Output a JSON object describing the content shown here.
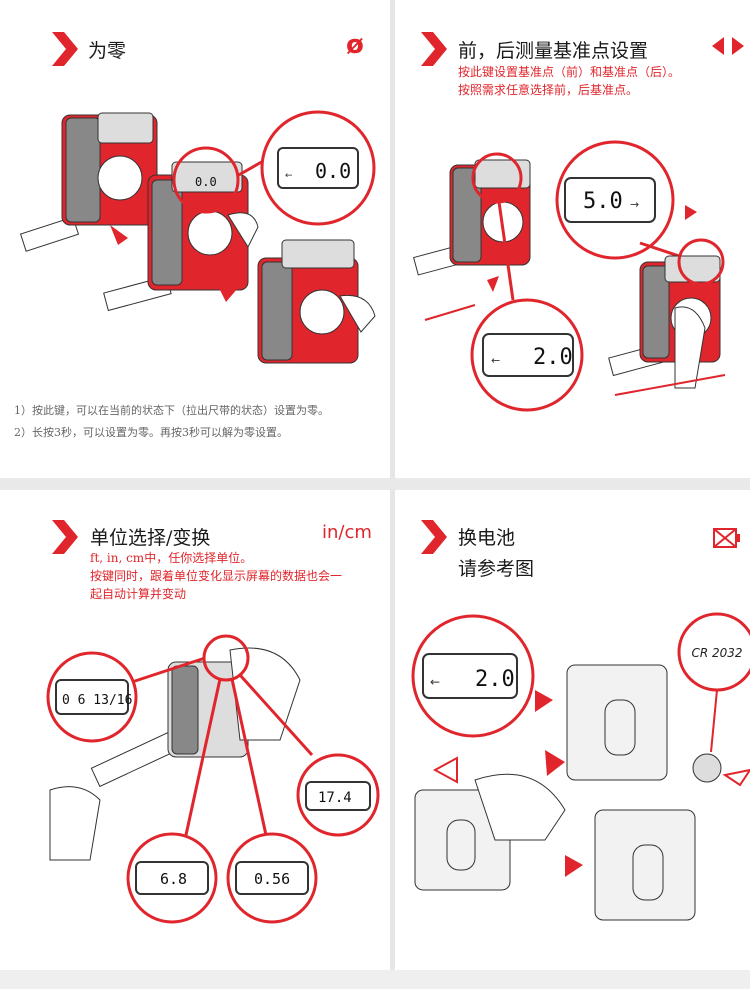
{
  "panels": [
    {
      "title": "为零",
      "symbol": "ø",
      "lines": [
        "1）按此键，可以在当前的状态下（拉出尺带的状态）设置为零。",
        "2）长按3秒，可以设置为零。再按3秒可以解为零设置。"
      ],
      "displays": [
        "0.0",
        "0.0"
      ]
    },
    {
      "title": "前，后测量基准点设置",
      "lines": [
        "按此键设置基准点（前）和基准点（后）。",
        "按照需求任意选择前，后基准点。"
      ],
      "displays": [
        "5.0",
        "2.0"
      ]
    },
    {
      "title": "单位选择/变换",
      "symbol": "in/cm",
      "lines": [
        "ft, in, cm中，任你选择单位。",
        "按键同时，跟着单位变化显示屏幕的数据也会一",
        "起自动计算并变动"
      ],
      "displays": [
        "0 6 13/16",
        "17.4",
        "6.8",
        "0.56"
      ]
    },
    {
      "title": "换电池",
      "subtitle": "请参考图",
      "battery_label": "CR 2032",
      "displays": [
        "2.0"
      ]
    }
  ],
  "colors": {
    "accent": "#e0262c",
    "text": "#1a1a1a",
    "note": "#666666"
  }
}
